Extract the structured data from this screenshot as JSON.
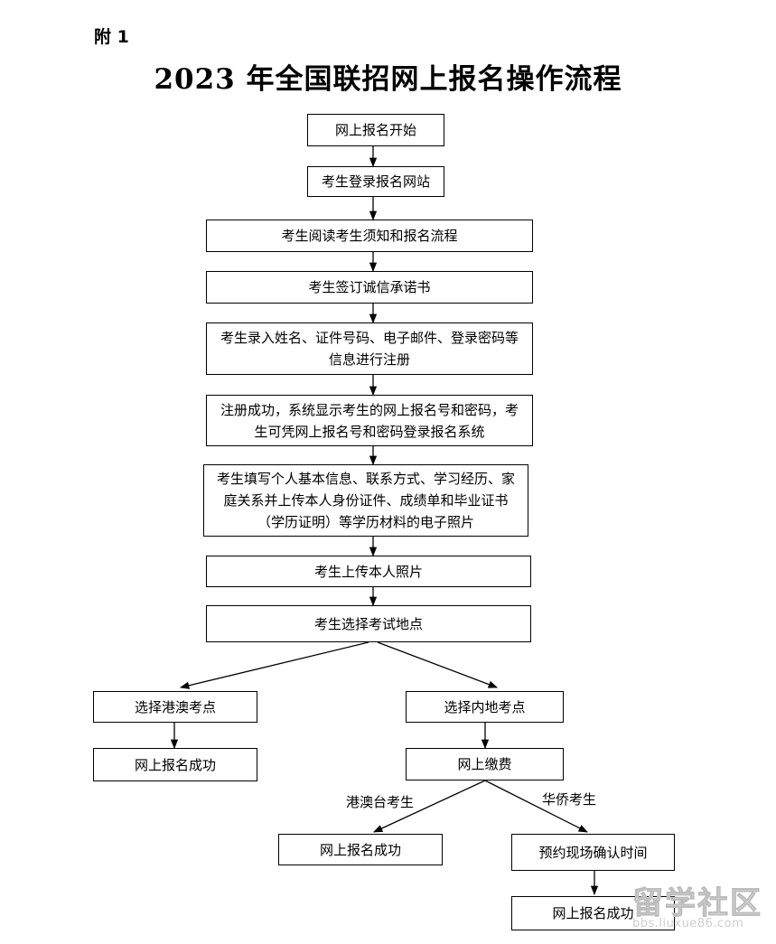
{
  "header": {
    "annex": "附 1",
    "title": "2023 年全国联招网上报名操作流程"
  },
  "steps": {
    "s1": "网上报名开始",
    "s2": "考生登录报名网站",
    "s3": "考生阅读考生须知和报名流程",
    "s4": "考生签订诚信承诺书",
    "s5": "考生录入姓名、证件号码、电子邮件、登录密码等信息进行注册",
    "s6": "注册成功，系统显示考生的网上报名号和密码，考生可凭网上报名号和密码登录报名系统",
    "s7": "考生填写个人基本信息、联系方式、学习经历、家庭关系并上传本人身份证件、成绩单和毕业证书（学历证明）等学历材料的电子照片",
    "s8": "考生上传本人照片",
    "s9": "考生选择考试地点",
    "hk_select": "选择港澳考点",
    "hk_success": "网上报名成功",
    "ml_select": "选择内地考点",
    "ml_pay": "网上缴费",
    "hkt_success": "网上报名成功",
    "oc_confirm": "预约现场确认时间",
    "oc_success": "网上报名成功"
  },
  "edge_labels": {
    "hkt": "港澳台考生",
    "overseas": "华侨考生"
  },
  "watermark": {
    "logo": "留学社区",
    "url": "bbs.liuxue86.com"
  }
}
